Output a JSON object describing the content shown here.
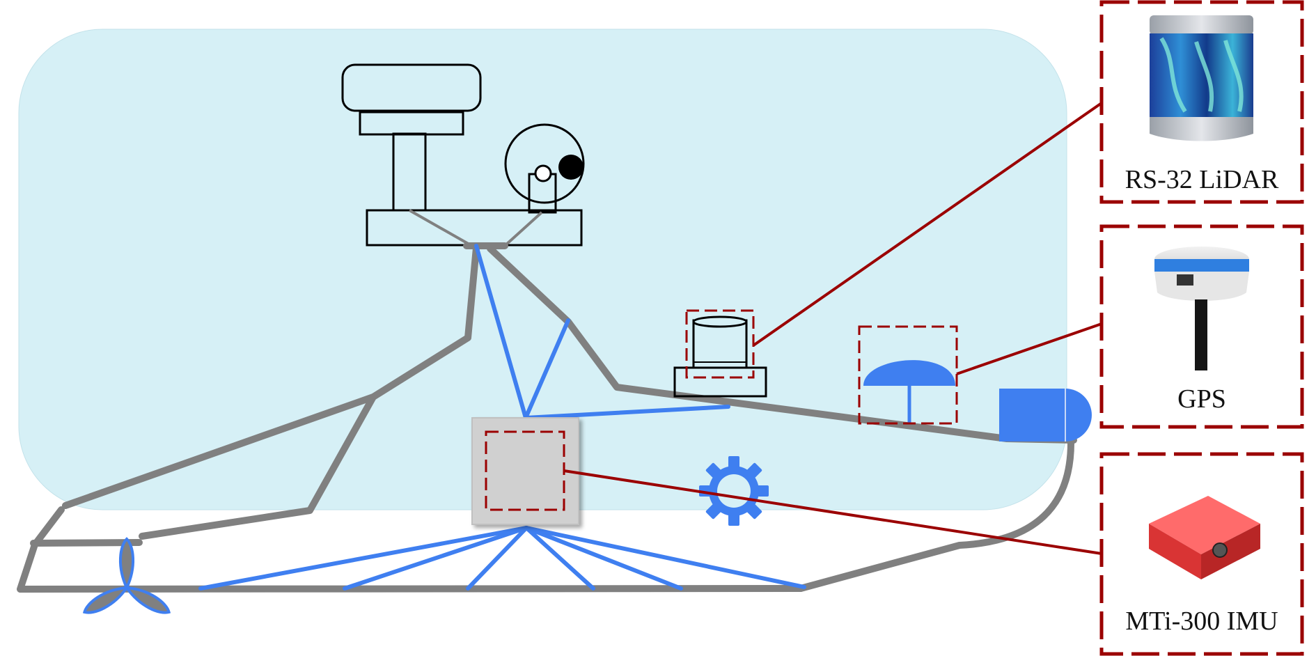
{
  "colors": {
    "background_panel": "#d6f0f6",
    "hull": "#808080",
    "frame": "#3f7ff0",
    "callout": "#9b0000",
    "outline": "#000000"
  },
  "sensors": [
    {
      "label": "RS-32 LiDAR",
      "icon": "lidar-photo"
    },
    {
      "label": "GPS",
      "icon": "gps-antenna-photo"
    },
    {
      "label": "MTi-300 IMU",
      "icon": "imu-photo"
    }
  ]
}
